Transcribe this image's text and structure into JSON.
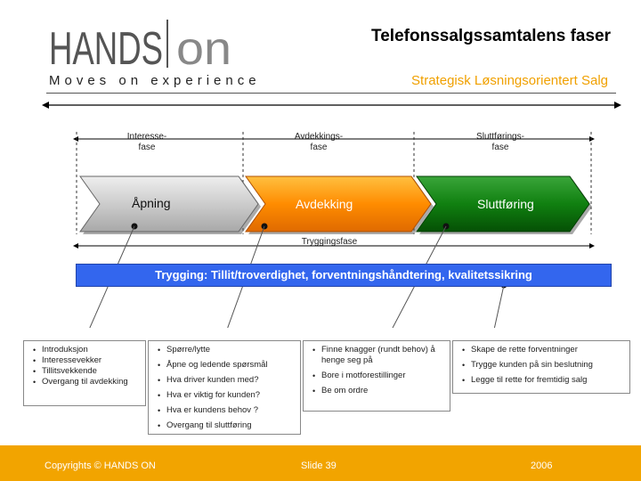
{
  "header": {
    "title": "Telefonssalgssamtalens faser",
    "brand": "HANDS ON",
    "tagline": "Moves on experience",
    "subtitle": "Strategisk Løsningsorientert Salg"
  },
  "phases": [
    {
      "label_line1": "Interesse-",
      "label_line2": "fase",
      "arrow": "Åpning",
      "color": "#b8b8b8"
    },
    {
      "label_line1": "Avdekkings-",
      "label_line2": "fase",
      "arrow": "Avdekking",
      "color": "#ff8c00"
    },
    {
      "label_line1": "Sluttførings-",
      "label_line2": "fase",
      "arrow": "Sluttføring",
      "color": "#1a8a1a"
    }
  ],
  "tryggingsfase": "Tryggingsfase",
  "banner": "Trygging: Tillit/troverdighet, forventningshåndtering, kvalitetssikring",
  "boxes": [
    {
      "items": [
        "Introduksjon",
        "Interessevekker",
        "Tillitsvekkende",
        "Overgang til avdekking"
      ]
    },
    {
      "items": [
        "Spørre/lytte",
        "Åpne og ledende spørsmål",
        "Hva driver kunden med?",
        "Hva er viktig for kunden?",
        "Hva er kundens behov ?",
        "Overgang til sluttføring"
      ]
    },
    {
      "items": [
        "Finne knagger (rundt behov) å henge seg på",
        "Bore i motforestillinger",
        "Be om ordre"
      ]
    },
    {
      "items": [
        "Skape de rette forventninger",
        "Trygge kunden på sin beslutning",
        "Legge til rette for fremtidig salg"
      ]
    }
  ],
  "footer": {
    "copyright": "Copyrights © HANDS ON",
    "slide": "Slide 39",
    "year": "2006"
  }
}
